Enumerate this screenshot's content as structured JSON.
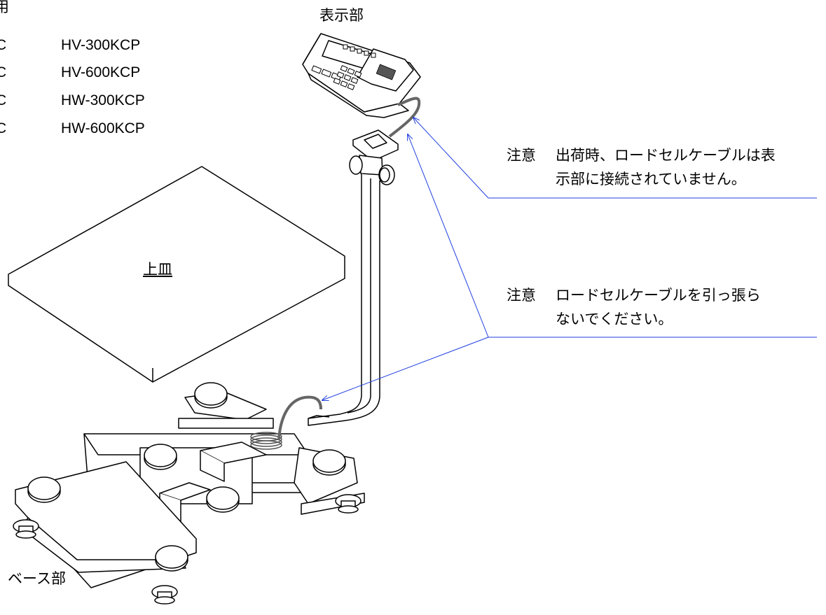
{
  "header_fragment": "用",
  "models": [
    {
      "suffix": "C",
      "name": "HV-300KCP"
    },
    {
      "suffix": "C",
      "name": "HV-600KCP"
    },
    {
      "suffix": "C",
      "name": "HW-300KCP"
    },
    {
      "suffix": "C",
      "name": "HW-600KCP"
    }
  ],
  "labels": {
    "display_unit": "表示部",
    "weighing_pan": "上皿",
    "base_unit": "ベース部"
  },
  "notes": [
    {
      "label": "注意",
      "line1": "出荷時、ロードセルケーブルは表",
      "line2": "示部に接続されていません。"
    },
    {
      "label": "注意",
      "line1": "ロードセルケーブルを引っ張ら",
      "line2": "ないでください。"
    }
  ],
  "colors": {
    "leader_line": "#1f3fe0",
    "outline": "#000000",
    "cable": "#666666"
  }
}
